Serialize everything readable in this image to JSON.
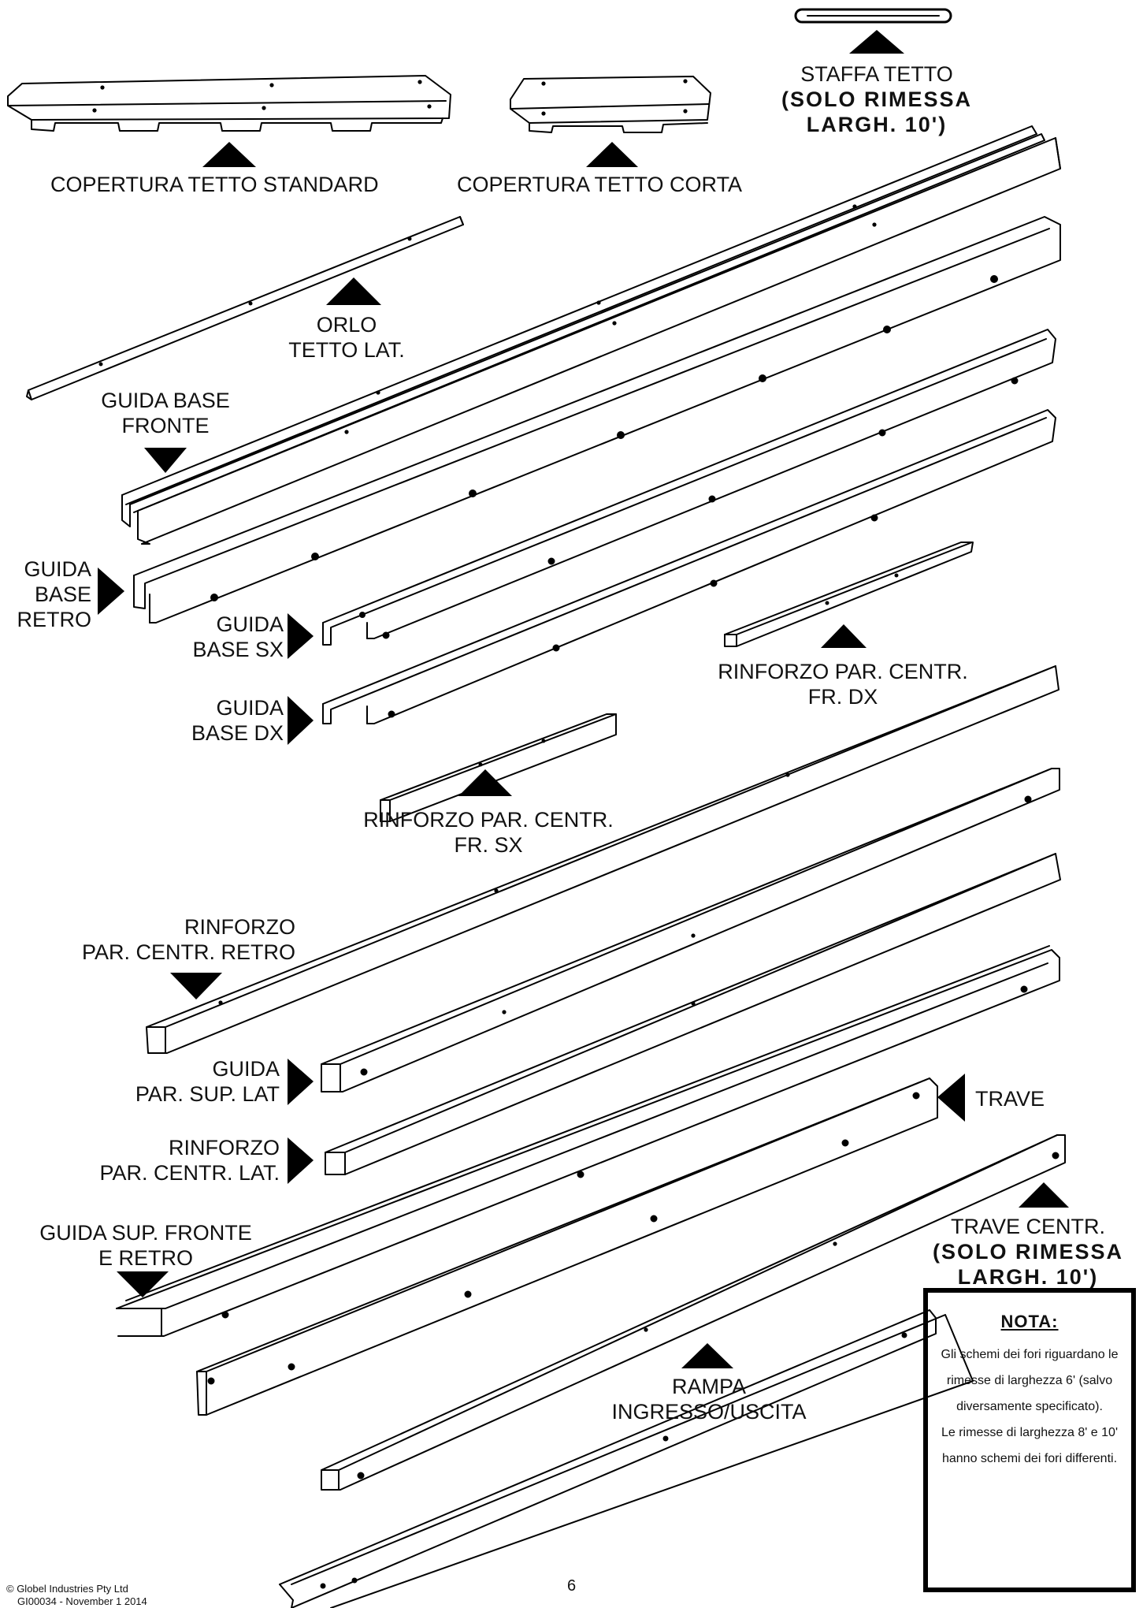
{
  "parts": {
    "staffa_tetto": "STAFFA TETTO",
    "staffa_note_1": "(SOLO RIMESSA",
    "staffa_note_2": "LARGH. 10')",
    "copertura_standard": "COPERTURA TETTO STANDARD",
    "copertura_corta": "COPERTURA TETTO CORTA",
    "orlo_1": "ORLO",
    "orlo_2": "TETTO LAT.",
    "guida_base_fronte_1": "GUIDA BASE",
    "guida_base_fronte_2": "FRONTE",
    "guida_base_retro_1": "GUIDA",
    "guida_base_retro_2": "BASE",
    "guida_base_retro_3": "RETRO",
    "guida_base_sx_1": "GUIDA",
    "guida_base_sx_2": "BASE SX",
    "guida_base_dx_1": "GUIDA",
    "guida_base_dx_2": "BASE DX",
    "rinforzo_fr_dx_1": "RINFORZO PAR. CENTR.",
    "rinforzo_fr_dx_2": "FR. DX",
    "rinforzo_fr_sx_1": "RINFORZO PAR. CENTR.",
    "rinforzo_fr_sx_2": "FR. SX",
    "rinforzo_retro_1": "RINFORZO",
    "rinforzo_retro_2": "PAR. CENTR. RETRO",
    "guida_sup_lat_1": "GUIDA",
    "guida_sup_lat_2": "PAR. SUP. LAT",
    "rinforzo_lat_1": "RINFORZO",
    "rinforzo_lat_2": "PAR. CENTR. LAT.",
    "trave": "TRAVE",
    "guida_sup_fr_1": "GUIDA SUP. FRONTE",
    "guida_sup_fr_2": "E RETRO",
    "trave_centr_1": "TRAVE CENTR.",
    "trave_centr_2": "(SOLO RIMESSA",
    "trave_centr_3": "LARGH. 10')",
    "rampa_1": "RAMPA",
    "rampa_2": "INGRESSO/USCITA"
  },
  "nota": {
    "title": "NOTA:",
    "line1": "Gli schemi dei fori riguardano le",
    "line2": "rimesse di larghezza 6' (salvo",
    "line3": "diversamente specificato).",
    "line4": "Le rimesse di larghezza 8' e 10'",
    "line5": "hanno schemi dei fori differenti."
  },
  "footer": {
    "copyright": "© Globel Industries Pty Ltd",
    "doc_id": "GI00034 - November 1 2014",
    "page_number": "6"
  }
}
